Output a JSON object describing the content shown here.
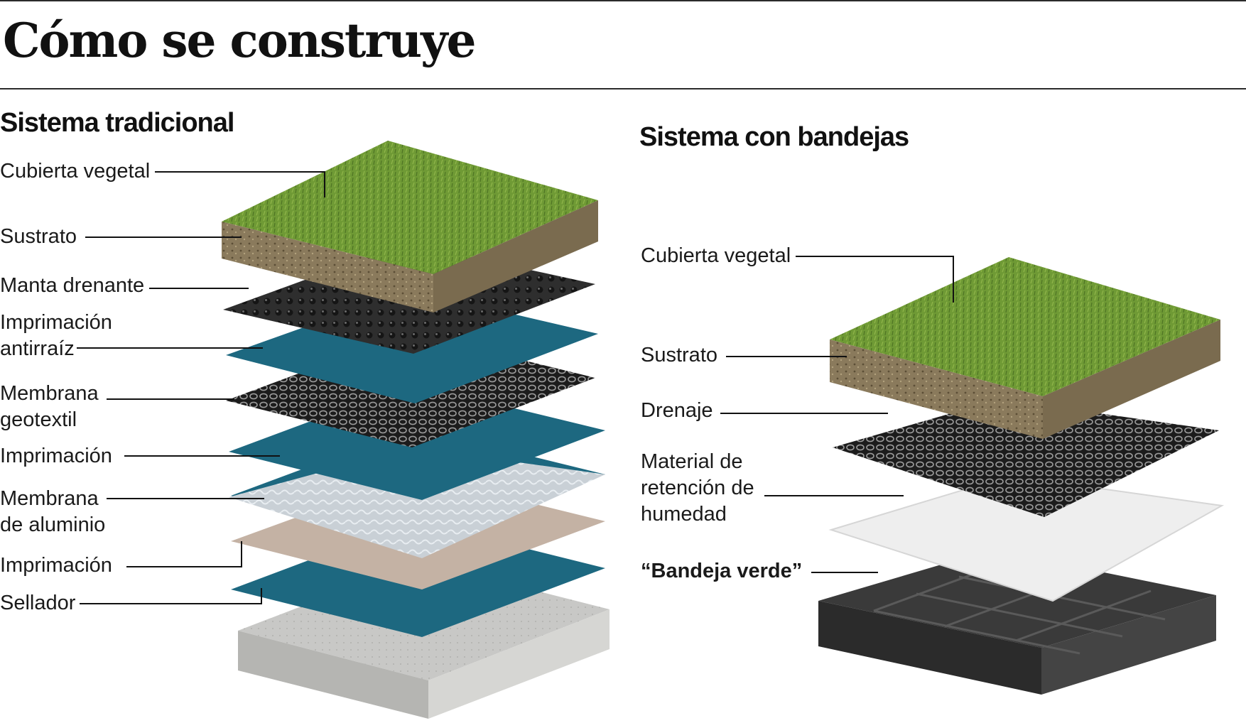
{
  "title": "Cómo se construye",
  "traditional": {
    "heading": "Sistema tradicional",
    "layers": [
      "Cubierta vegetal",
      "Sustrato",
      "Manta drenante",
      "Imprimación\nantirraíz",
      "Membrana\ngeotextil",
      "Imprimación",
      "Membrana\nde aluminio",
      "Imprimación",
      "Sellador"
    ]
  },
  "trays": {
    "heading": "Sistema con bandejas",
    "layers": [
      "Cubierta vegetal",
      "Sustrato",
      "Drenaje",
      "Material de\nretención de\nhumedad",
      "“Bandeja verde”"
    ]
  },
  "colors": {
    "grass": "#6f9a35",
    "soil": "#8a7a5c",
    "mesh": "#2f2f2f",
    "primer_blue": "#1d6880",
    "aluminium": "#c9d0d6",
    "sealant_beige": "#c4b2a4",
    "concrete": "#c8c8c6",
    "moisture_mat": "#eeeeee",
    "tray": "#3a3a3a"
  }
}
